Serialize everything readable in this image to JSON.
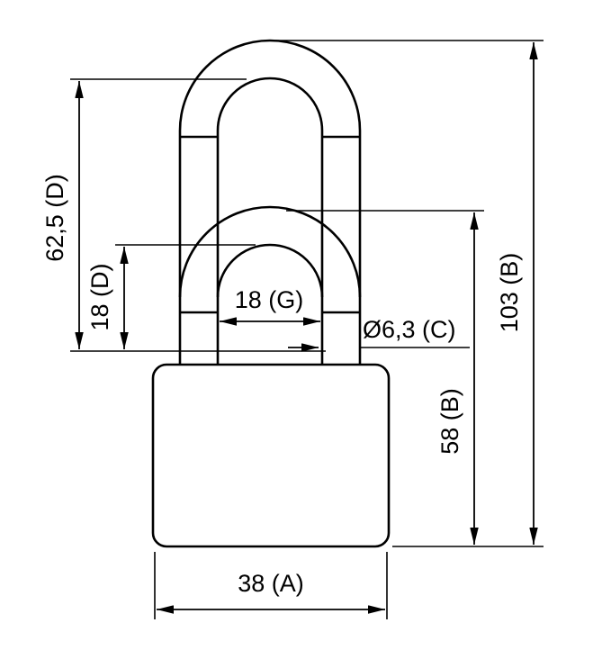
{
  "drawing": {
    "type": "padlock-dimension-drawing",
    "colors": {
      "line": "#000000",
      "background": "#ffffff"
    }
  },
  "dims": {
    "clearance_long": "62,5 (D)",
    "clearance_short": "18 (D)",
    "inner_width": "18 (G)",
    "shackle_diameter": "Ø6,3 (C)",
    "height_short": "58 (B)",
    "height_long": "103 (B)",
    "body_width": "38 (A)"
  }
}
